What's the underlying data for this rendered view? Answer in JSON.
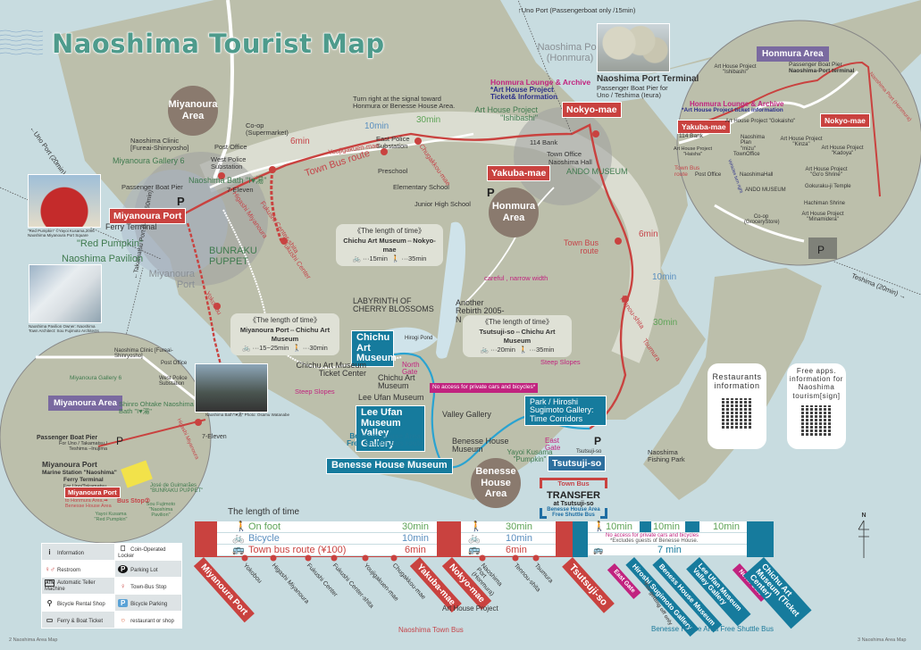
{
  "title": "Naoshima Tourist Map",
  "top_notes": {
    "uno_port_passenger": "↑Uno Port (Passengerboat only /15min)",
    "uno_port_ferry": "←Uno Port (20min)",
    "takamatsu": "←Takamatsu Port (ferry : 60min)",
    "teshima": "Teshima (20min) →"
  },
  "areas": {
    "miyanoura": "Miyanoura Area",
    "honmura": "Honmura Area",
    "benesse": "Benesse House Area"
  },
  "main_map": {
    "ports": {
      "naoshima_port": "Naoshima Port (Honmura)",
      "miyanoura_port_grey": "Miyanoura Port",
      "port_terminal_title": "Naoshima Port Terminal",
      "port_terminal_sub": "Passenger Boat Pier for Uno / Teshima (Ieura)"
    },
    "bus_stop_tags": {
      "miyanoura_port": "Miyanoura Port",
      "nokyo_mae": "Nokyo-mae",
      "yakuba_mae": "Yakuba-mae",
      "tsutsuji_so": "Tsutsuji-so"
    },
    "museum_tags": {
      "chichu": "Chichu Art Museum",
      "lee_ufan": "Lee Ufan Museum Valley Gallery",
      "benesse_house_museum": "Benesse House Museum",
      "sugimoto": "Park / Hiroshi Sugimoto Gallery: Time Corridors"
    },
    "honmura_lounge": "Honmura Lounge & Archive",
    "art_house_ticket": "*Art House Project Ticket& Information",
    "labels": {
      "coop": "Co-op (Supermarket)",
      "clinic": "Naoshima Clinic [Fureai-Shinryosho]",
      "post_office": "Post Office",
      "west_police": "West Police Substation",
      "gallery6": "Miyanoura Gallery 6",
      "bath": "Naoshima Bath \"I♥湯\"",
      "seven_eleven": "7-Eleven",
      "passenger_pier": "Passenger Boat Pier",
      "ferry_terminal": "Ferry Terminal",
      "red_pumpkin": "\"Red Pumpkin\"",
      "pavilion": "Naoshima Pavilion",
      "bunraku": "BUNRAKU PUPPET",
      "turn_right": "Turn right at the signal toward Honmura or Benesse House Area.",
      "east_police": "East Police Substation",
      "preschool": "Preschool",
      "elementary": "Elementary School",
      "junior_high": "Junior High School",
      "ishibashi": "Art House Project \"Ishibashi\"",
      "bank114": "114 Bank",
      "town_office": "Town Office",
      "naoshima_hall": "Naoshima Hall",
      "ando": "ANDO MUSEUM",
      "careful": "careful , narrow width",
      "labyrinth": "LABYRINTH OF CHERRY BLOSSOMS",
      "rebirth": "Another Rebirth 2005-N",
      "hirogi_pond": "Hirogi Pond",
      "chichu_ticket": "Chichu Art Museum Ticket Center",
      "chichu_small": "Chichu Art Museum",
      "lee_ufan_small": "Lee Ufan Museum",
      "valley": "Valley Gallery",
      "shuttle_route": "Benesse House Area Free Shuttle Bus route",
      "benesse_museum_small": "Benesse House Museum",
      "pumpkin": "Yayoi Kusama \"Pumpkin\"",
      "north_gate": "North Gate",
      "east_gate": "East Gate",
      "no_access": "No access for private cars and bicycles*",
      "steep1": "Steep Slopes",
      "steep2": "Steep Slopes",
      "tsutsuji_small": "Tsutsuji-so",
      "fishing_park": "Naoshima Fishing Park",
      "town_bus_route1": "Town Bus route",
      "town_bus_route2": "Town Bus route",
      "youjigakuen": "Youjigakuen-mae",
      "chugakkou": "Chugakkou-mae",
      "higashi": "Higashi Miyanoura",
      "fukushi_shita": "Fukushi Center-shita",
      "fukushi": "Fukushi Center",
      "yokobou": "Yokobou",
      "tennou": "Tennou-shita",
      "tsumura": "Tsumura"
    },
    "route_times": {
      "bus_6": "6min",
      "bike_10": "10min",
      "walk_30": "30min",
      "bus_6b": "6min",
      "bike_10b": "10min",
      "walk_30b": "30min"
    },
    "photo_captions": {
      "pumpkin": "\"Red Pumpkin\" ©Yayoi Kusama,2006 Naoshima Miyanoura Port Square",
      "pavilion": "Naoshima Pavilion Owner: Naoshima Town Architect: Sou Fujimoto Architects",
      "bath": "Naoshima Bath\"I♥湯\" Photo: Osamu Watanabe"
    }
  },
  "time_boxes": [
    {
      "title": "《The length of time》",
      "route": "Chichu Art Museum⇔Nokyo-mae",
      "bike": "15min",
      "walk": "35min"
    },
    {
      "title": "《The length of time》",
      "route": "Miyanoura Port⇔Chichu Art Museum",
      "bike": "15~25min",
      "walk": "30min"
    },
    {
      "title": "《The length of time》",
      "route": "Tsutsuji-so⇔Chichu Art Museum",
      "bike": "20min",
      "walk": "35min"
    }
  ],
  "transfer": {
    "top": "Town Bus",
    "title": "TRANSFER",
    "sub": "at Tsutsuji-so",
    "bottom": "Benesse House Area Free Shuttle Bus"
  },
  "honmura_inset": {
    "title": "Honmura Area",
    "labels": {
      "ishibashi": "Art House Project \"Ishibashi\"",
      "pier": "Passenger Boat Pier",
      "terminal": "Naoshima-Port terminal",
      "lounge": "Honmura Lounge & Archive",
      "ticket": "*Art House Project ticket information",
      "gokaisho": "Art House Project \"Gokaisho\"",
      "bank": "114 Bank",
      "mizu": "Naoshima Plan \"mizu\"",
      "kinza": "Art House Project \"Kinza\"",
      "kadoya": "Art House Project \"Kadoya\"",
      "haisha": "Art House Project \"Haisha\"",
      "town_office": "TownOffice",
      "town_bus": "Town Bus route",
      "post": "Post Office",
      "hall": "NaoshimaHall",
      "goo": "Art House Project \"Go'o Shrine\"",
      "ando": "ANDO MUSEUM",
      "gokuraku": "Gokuraku-ji Temple",
      "hachiman": "Hachiman Shrine",
      "coop": "Co-op (GroceryStore)",
      "minamidera": "Art House Project \"Minamidera\"",
      "port_road": "Naoshima Port (Honmura)",
      "one_way": "Vehicles turn right"
    },
    "stop_tags": {
      "yakuba": "Yakuba-mae",
      "nokyo": "Nokyo-mae"
    }
  },
  "miyanoura_inset": {
    "title": "Miyanoura Area",
    "labels": {
      "clinic": "Naoshima Clinic [Fureai-Shinryosho]",
      "post": "Post Office",
      "gallery6": "Miyanoura Gallery 6",
      "police": "West Police Substation",
      "bath": "Shinro Ohtake Naoshima Bath \"I♥湯\"",
      "higashi": "Higashi Miyanoura",
      "seven": "7-Eleven",
      "pier_title": "Passenger Boat Pier",
      "pier_sub": "For Uno / Takamatsu / Teshima –Inujima",
      "port_title": "Miyanoura Port",
      "marine": "Marine Station \"Naoshima\"",
      "ferry": "Ferry Terminal",
      "ferry_sub": "For Uno/Takamatsu",
      "to_honmura": "to Honmura Area,➡",
      "to_benesse": "Benesse House Area",
      "bus_stop": "Bus Stop②",
      "guimaraes": "José de Guimarães \"BUNRAKU PUPPET\"",
      "fujimoto": "Sou Fujimoto \"Naoshima Pavilion\"",
      "kusama": "Yayoi Kusama \"Red Pumpkin\""
    },
    "stop_tag": "Miyanoura Port"
  },
  "qr_cards": [
    {
      "title": "Restaurants information"
    },
    {
      "title": "Free apps. information for Naoshima tourism[sign]"
    }
  ],
  "legend": [
    {
      "icon": "i",
      "label": "Information"
    },
    {
      "icon": "⎕",
      "label": "Coin-Operated Locker"
    },
    {
      "icon": "♀♂",
      "label": "Restroom"
    },
    {
      "icon": "P",
      "label": "Parking Lot"
    },
    {
      "icon": "ATM",
      "label": "Automatic Teller Machine"
    },
    {
      "icon": "♀",
      "label": "Town-Bus Stop"
    },
    {
      "icon": "⚲",
      "label": "Bicycle Rental Shop"
    },
    {
      "icon": "P",
      "label": "Bicycle Parking"
    },
    {
      "icon": "▭",
      "label": "Ferry & Boat Ticket"
    },
    {
      "icon": "○",
      "label": "restaurant or shop"
    }
  ],
  "timeline": {
    "heading": "The length of time",
    "town_bus_rows": {
      "foot_label": "On foot",
      "foot_time_a": "30min",
      "foot_time_b": "30min",
      "bike_label": "Bicycle",
      "bike_time_a": "10min",
      "bike_time_b": "10min",
      "bus_label": "Town bus route (¥100)",
      "bus_time_a": "6min",
      "bus_time_b": "6min"
    },
    "town_bus_major": [
      "Miyanoura Port",
      "Yakuba-mae",
      "Nokyo-mae",
      "Tsutsuji-so"
    ],
    "town_bus_minor": [
      "Yokobou",
      "Higashi Miyanoura",
      "Fukushi Center",
      "Fukushi Center-shita",
      "Youjigakuen-mae",
      "Chugakkou-mae",
      "Naoshima Port (Honmura)",
      "Tennou-shita",
      "Tsumura"
    ],
    "art_house_label": "Art House Project",
    "town_bus_caption": "Naoshima Town Bus",
    "shuttle_rows": {
      "walk_times": [
        "10min",
        "10min",
        "10min"
      ],
      "no_access": "No access for private cars and bicycles",
      "excludes": "*Excludes guests of Benesse House.",
      "shuttle_time": "7 min"
    },
    "shuttle_stops": [
      "East Gate",
      "Hiroshi Sugimoto Gallery",
      "Beness House Museum",
      "Lee Ufan Museum Valley Gallery",
      "North Gate",
      "Chichu Art Museum (Ticket Center)"
    ],
    "sugimoto_note": "*For getting off only",
    "shuttle_caption": "Benesse House Area Free Shuttle Bus"
  },
  "compass": "N",
  "footer": {
    "left": "2   Naoshima Area Map",
    "right": "3   Naoshima Area Map"
  },
  "colors": {
    "sea": "#c8dce0",
    "land": "#bcbfab",
    "bus_red": "#c9423f",
    "shuttle_blue": "#167b9d",
    "pink": "#c1237f",
    "title_teal": "#4e9b8c"
  }
}
